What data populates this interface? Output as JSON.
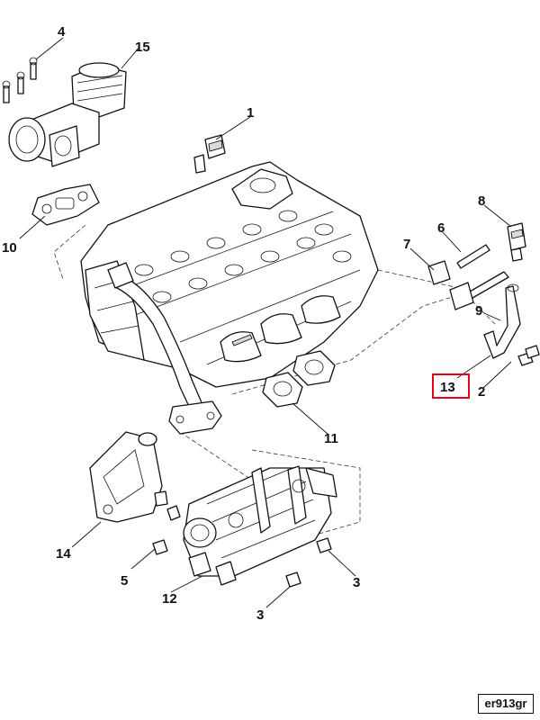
{
  "callouts": {
    "c1": "1",
    "c2": "2",
    "c3a": "3",
    "c3b": "3",
    "c4": "4",
    "c5": "5",
    "c6": "6",
    "c7": "7",
    "c8": "8",
    "c9": "9",
    "c10": "10",
    "c11": "11",
    "c12": "12",
    "c13": "13",
    "c14": "14",
    "c15": "15"
  },
  "reference_code": "er913gr",
  "highlight_color": "#e2001a"
}
